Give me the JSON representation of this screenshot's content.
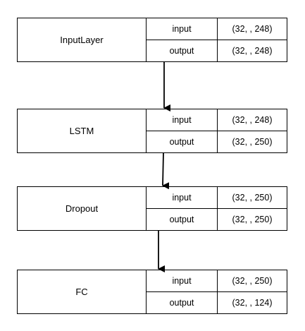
{
  "layers": [
    {
      "name": "InputLayer",
      "input_label": "input",
      "output_label": "output",
      "input_shape": "(32, , 248)",
      "output_shape": "(32, , 248)"
    },
    {
      "name": "LSTM",
      "input_label": "input",
      "output_label": "output",
      "input_shape": "(32, , 248)",
      "output_shape": "(32, , 250)"
    },
    {
      "name": "Dropout",
      "input_label": "input",
      "output_label": "output",
      "input_shape": "(32, , 250)",
      "output_shape": "(32, , 250)"
    },
    {
      "name": "FC",
      "input_label": "input",
      "output_label": "output",
      "input_shape": "(32, , 250)",
      "output_shape": "(32, , 124)"
    }
  ],
  "colors": {
    "line": "#000000",
    "background": "#ffffff"
  }
}
